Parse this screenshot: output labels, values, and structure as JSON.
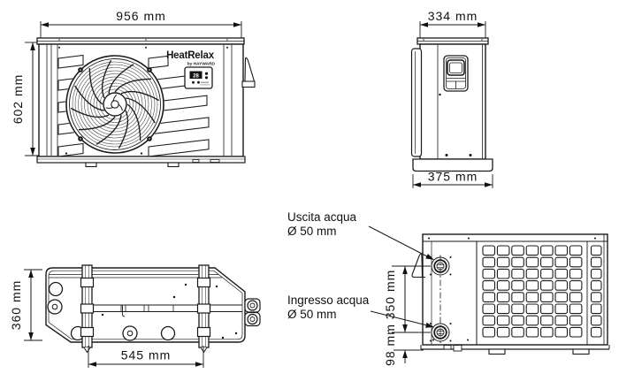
{
  "front_view": {
    "width_dim": "956 mm",
    "height_dim": "602 mm",
    "brand": "HeatRelax",
    "brand_sub": "by HAYWARD",
    "display_value": "28"
  },
  "side_view": {
    "width_dim": "334 mm",
    "base_width_dim": "375 mm"
  },
  "top_view": {
    "depth_dim": "360 mm",
    "mount_spacing_dim": "545 mm"
  },
  "rear_view": {
    "outlet_label_line1": "Uscita acqua",
    "outlet_label_line2": "Ø 50 mm",
    "inlet_label_line1": "Ingresso acqua",
    "inlet_label_line2": "Ø 50 mm",
    "port_spacing_dim": "350 mm",
    "inlet_height_dim": "98 mm"
  },
  "colors": {
    "line": "#1a1a1a",
    "background": "#ffffff"
  }
}
